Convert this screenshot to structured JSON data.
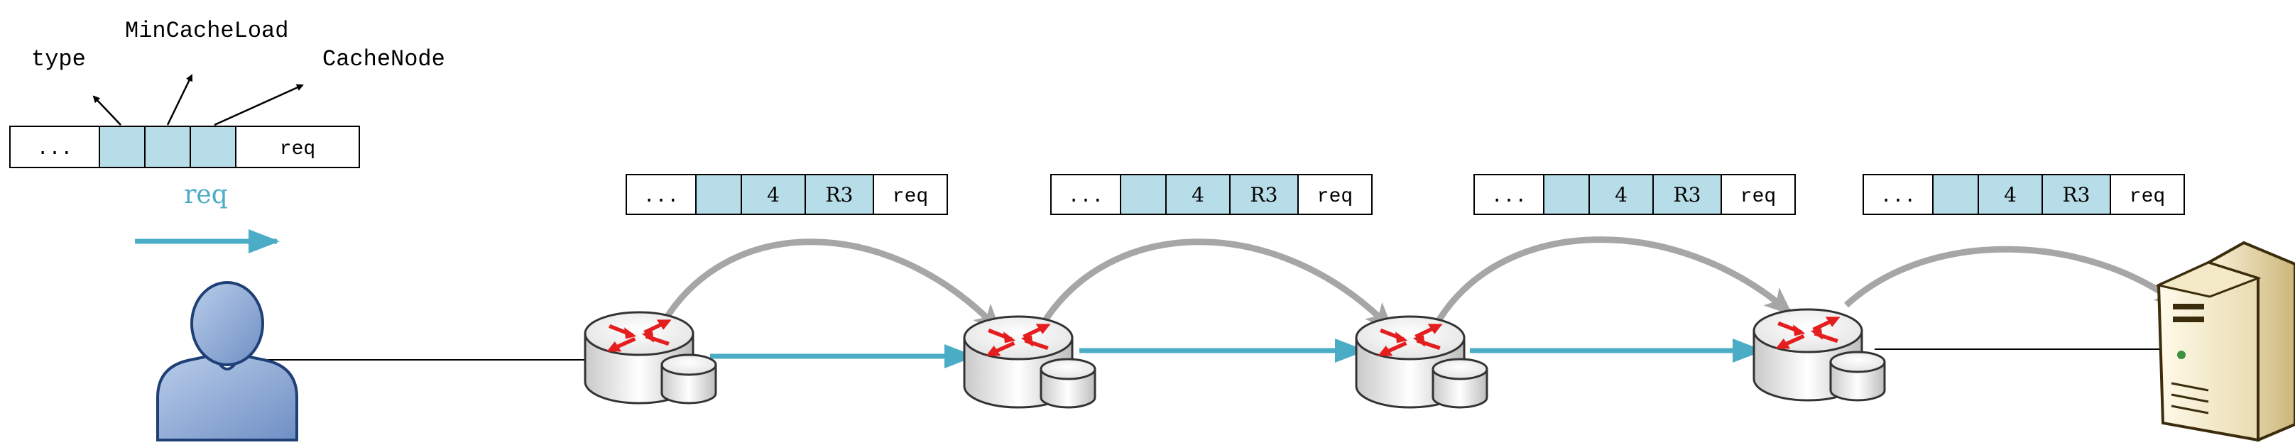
{
  "header_fields": {
    "type_label": "type",
    "min_cache_load_label": "MinCacheLoad",
    "cache_node_label": "CacheNode"
  },
  "legend_packet": {
    "cells": [
      "...",
      "",
      "",
      "",
      "req"
    ]
  },
  "req_label": "req",
  "hop_packets": [
    {
      "cells": [
        "...",
        "",
        "4",
        "R3",
        "req"
      ]
    },
    {
      "cells": [
        "...",
        "",
        "4",
        "R3",
        "req"
      ]
    },
    {
      "cells": [
        "...",
        "",
        "4",
        "R3",
        "req"
      ]
    },
    {
      "cells": [
        "...",
        "",
        "4",
        "R3",
        "req"
      ]
    }
  ],
  "nodes": [
    {
      "id": "user",
      "icon": "user-icon"
    },
    {
      "id": "router-1",
      "icon": "router-with-cache-icon"
    },
    {
      "id": "router-2",
      "icon": "router-with-cache-icon"
    },
    {
      "id": "router-3",
      "icon": "router-with-cache-icon"
    },
    {
      "id": "router-4",
      "icon": "router-with-cache-icon"
    },
    {
      "id": "server",
      "icon": "server-icon"
    }
  ],
  "colors": {
    "field_fill": "#b7dde8",
    "flow_arrow": "#4bacc6",
    "req_text": "#4bacc6",
    "hop_arrow": "#a6a6a6",
    "router_arrow": "#e41e1e",
    "user_body": "#8ea9db",
    "server_body": "#e8d9b0"
  }
}
